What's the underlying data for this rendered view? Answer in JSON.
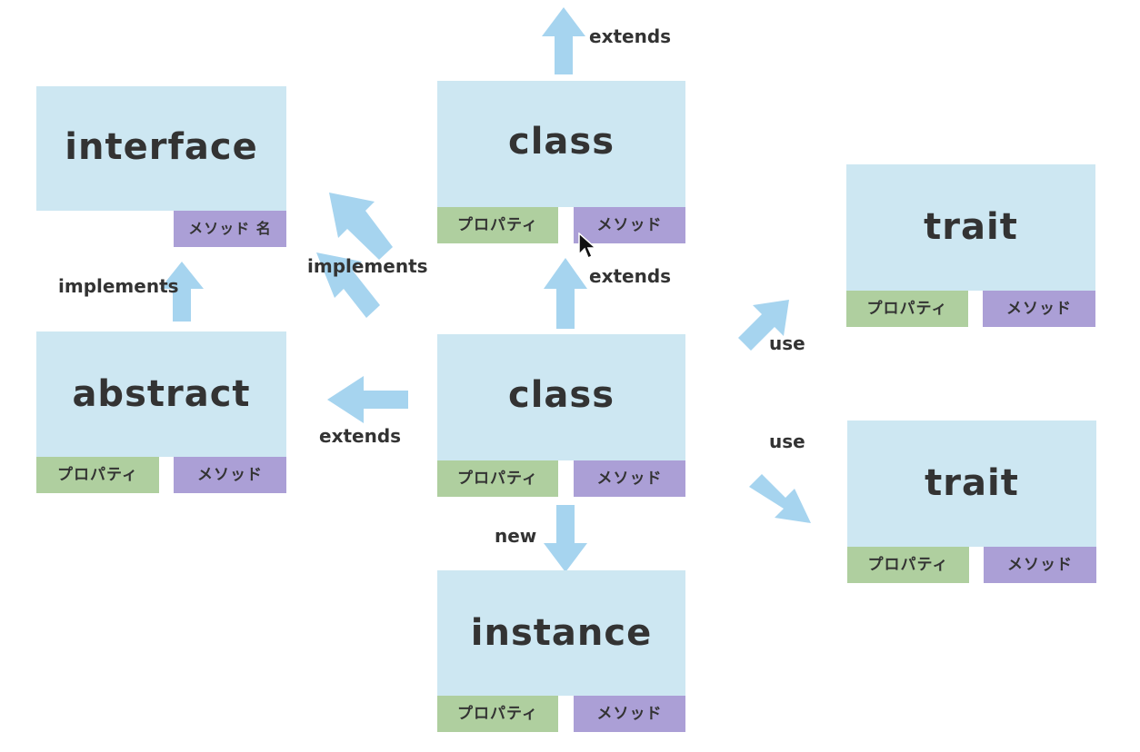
{
  "boxes": {
    "interface": {
      "title": "interface",
      "method": "メソッド 名"
    },
    "abstract": {
      "title": "abstract",
      "property": "プロパティ",
      "method": "メソッド"
    },
    "class_top": {
      "title": "class",
      "property": "プロパティ",
      "method": "メソッド"
    },
    "class_main": {
      "title": "class",
      "property": "プロパティ",
      "method": "メソッド"
    },
    "instance": {
      "title": "instance",
      "property": "プロパティ",
      "method": "メソッド"
    },
    "trait_top": {
      "title": "trait",
      "property": "プロパティ",
      "method": "メソッド"
    },
    "trait_bottom": {
      "title": "trait",
      "property": "プロパティ",
      "method": "メソッド"
    }
  },
  "edges": {
    "extends_up": "extends",
    "class_extends": "extends",
    "implements_left": "implements",
    "implements_center": "implements",
    "abstract_extends": "extends",
    "new": "new",
    "use_top": "use",
    "use_bottom": "use"
  },
  "colors": {
    "box": "#cde7f2",
    "property": "#afcf9f",
    "method": "#ab9fd6",
    "arrow": "#a6d4ef",
    "text": "#333333"
  }
}
